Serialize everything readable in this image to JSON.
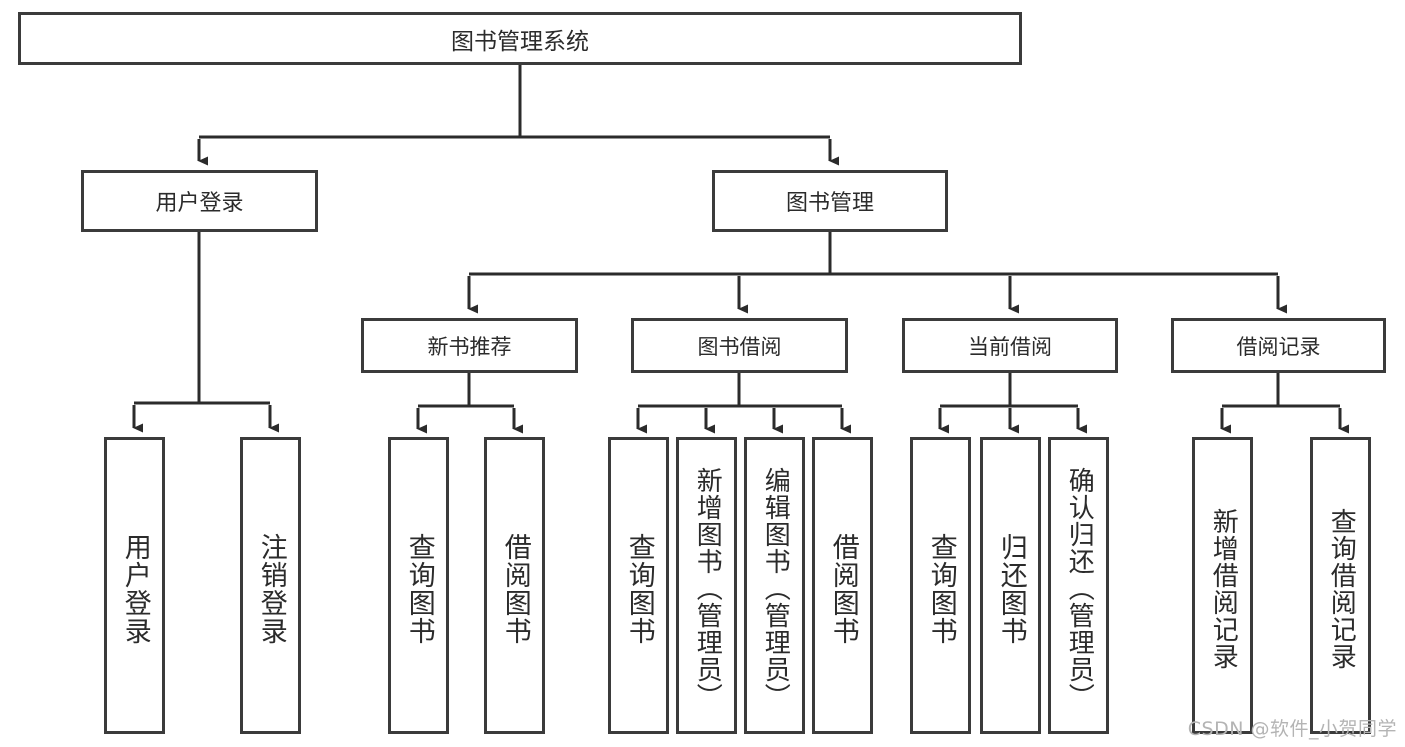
{
  "diagram": {
    "title": "图书管理系统",
    "type": "tree",
    "root": {
      "label": "图书管理系统"
    },
    "level2": [
      {
        "label": "用户登录"
      },
      {
        "label": "图书管理"
      }
    ],
    "level3": [
      {
        "label": "新书推荐"
      },
      {
        "label": "图书借阅"
      },
      {
        "label": "当前借阅"
      },
      {
        "label": "借阅记录"
      }
    ],
    "leaves": [
      {
        "label": "用户登录",
        "parent": "用户登录"
      },
      {
        "label": "注销登录",
        "parent": "用户登录"
      },
      {
        "label": "查询图书",
        "parent": "新书推荐"
      },
      {
        "label": "借阅图书",
        "parent": "新书推荐"
      },
      {
        "label": "查询图书",
        "parent": "图书借阅"
      },
      {
        "label": "新增图书（管理员）",
        "parent": "图书借阅"
      },
      {
        "label": "编辑图书（管理员）",
        "parent": "图书借阅"
      },
      {
        "label": "借阅图书",
        "parent": "图书借阅"
      },
      {
        "label": "查询图书",
        "parent": "当前借阅"
      },
      {
        "label": "归还图书",
        "parent": "当前借阅"
      },
      {
        "label": "确认归还（管理员）",
        "parent": "当前借阅"
      },
      {
        "label": "新增借阅记录",
        "parent": "借阅记录"
      },
      {
        "label": "查询借阅记录",
        "parent": "借阅记录"
      }
    ]
  },
  "watermark": {
    "text": "CSDN @软件_小贺同学"
  },
  "colors": {
    "box_border": "#3b3b3b",
    "box_fill": "#ffffff",
    "text": "#2b2b2b",
    "connector": "#2b2b2b",
    "watermark": "#b4b4b4",
    "background": "#ffffff"
  }
}
